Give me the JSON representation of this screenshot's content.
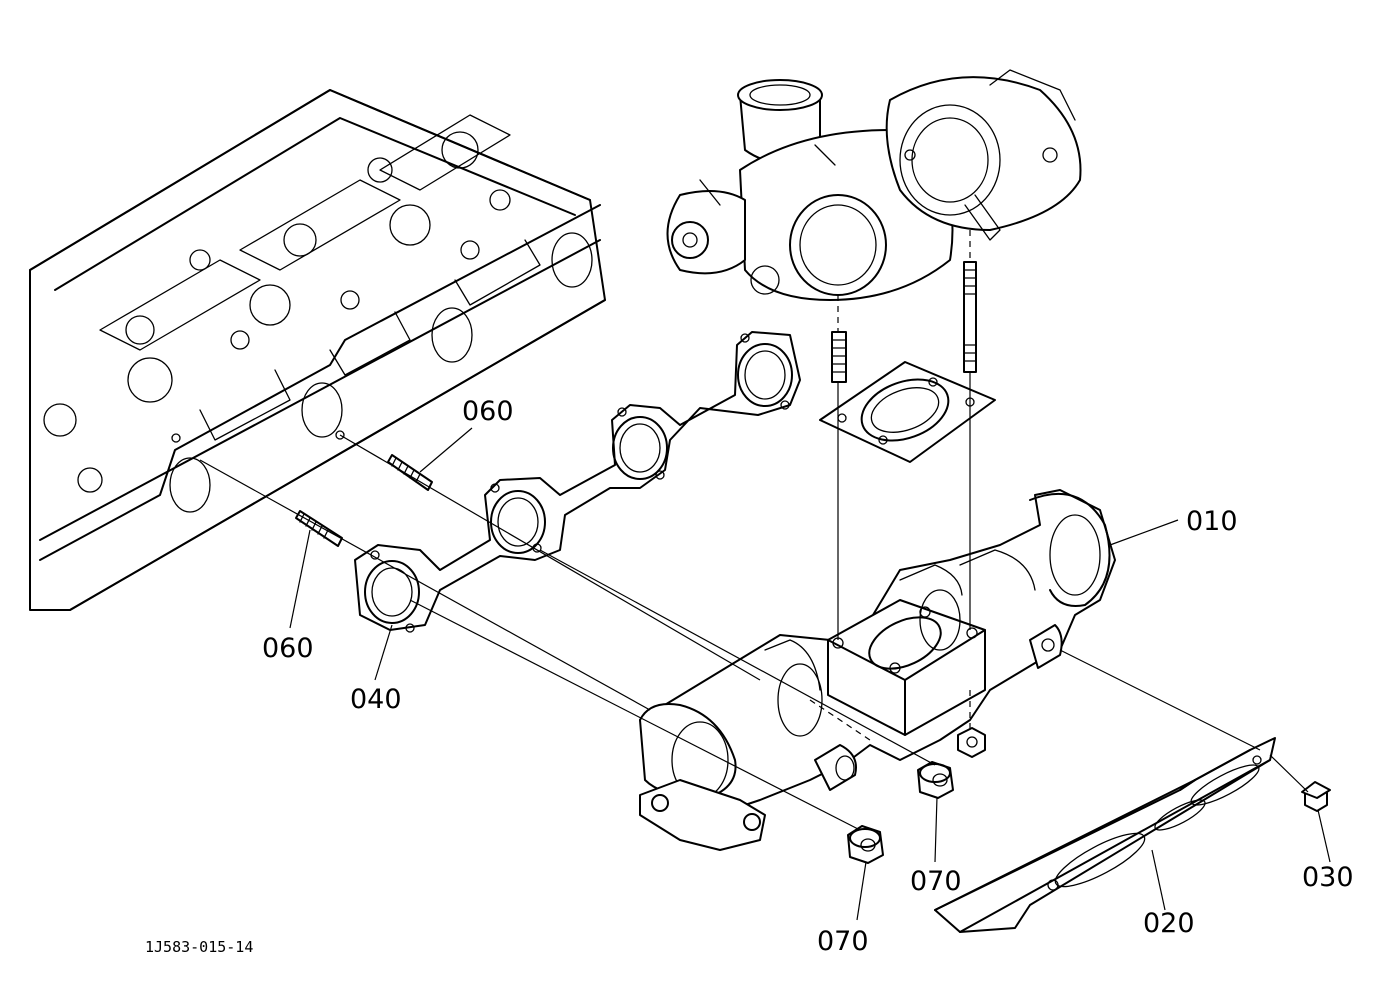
{
  "callouts": {
    "c010": "010",
    "c020": "020",
    "c030": "030",
    "c040": "040",
    "c060_upper": "060",
    "c060_lower": "060",
    "c070_left": "070",
    "c070_right": "070"
  },
  "drawing_code": "1J583-015-14"
}
